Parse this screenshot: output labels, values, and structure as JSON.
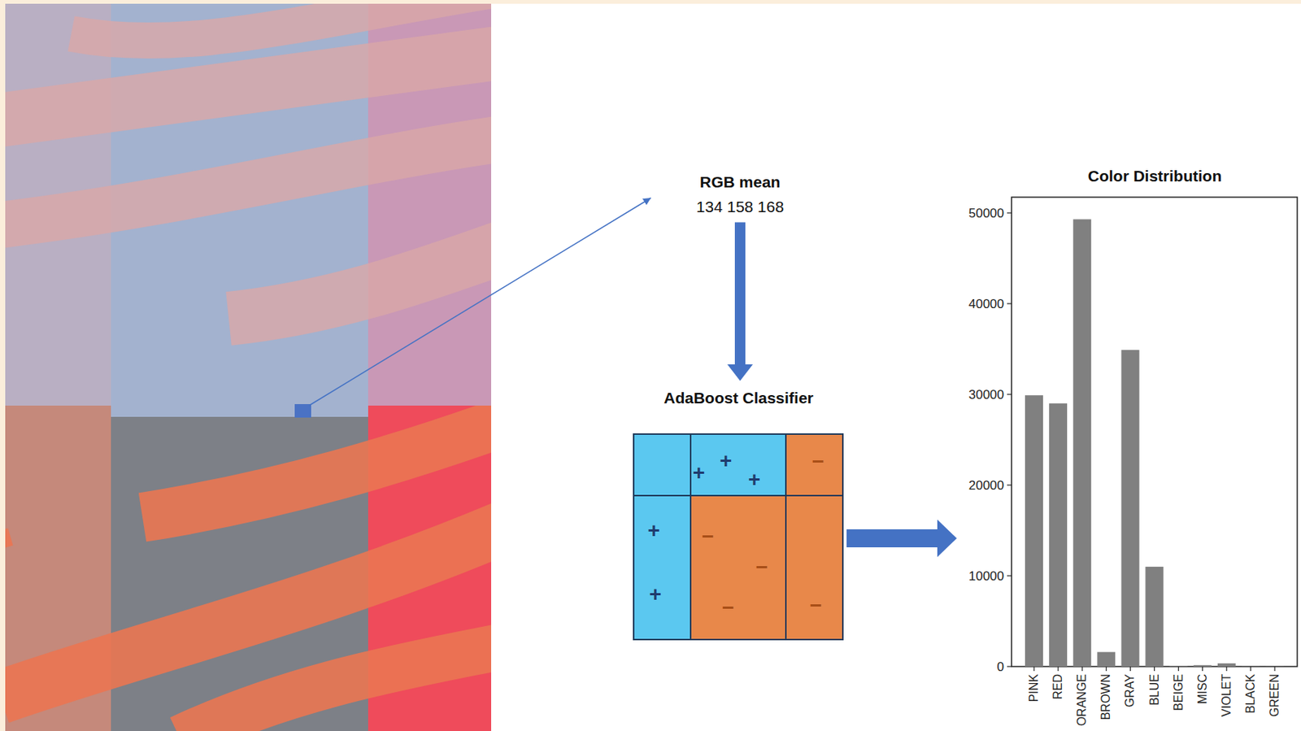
{
  "diagram": {
    "nodes": [
      {
        "text": [
          "RGB mean",
          "134 158 168"
        ]
      },
      {
        "text": [
          "AdaBoost Classifier"
        ]
      },
      {
        "text": [
          "Color Distribution"
        ]
      }
    ],
    "edges": [
      {
        "from": 0,
        "to": 1,
        "arrow": "to"
      },
      {
        "from": 1,
        "to": 2,
        "arrow": "to"
      }
    ],
    "labels": [
      "+",
      "+",
      "+",
      "+",
      "+",
      "−",
      "−",
      "−",
      "−",
      "−",
      "0",
      "10000",
      "20000",
      "30000",
      "40000",
      "50000",
      "PINK",
      "RED",
      "ORANGE",
      "BROWN",
      "GRAY",
      "BLUE",
      "BEIGE",
      "MISC",
      "VIOLET",
      "BLACK",
      "GREEN"
    ]
  }
}
